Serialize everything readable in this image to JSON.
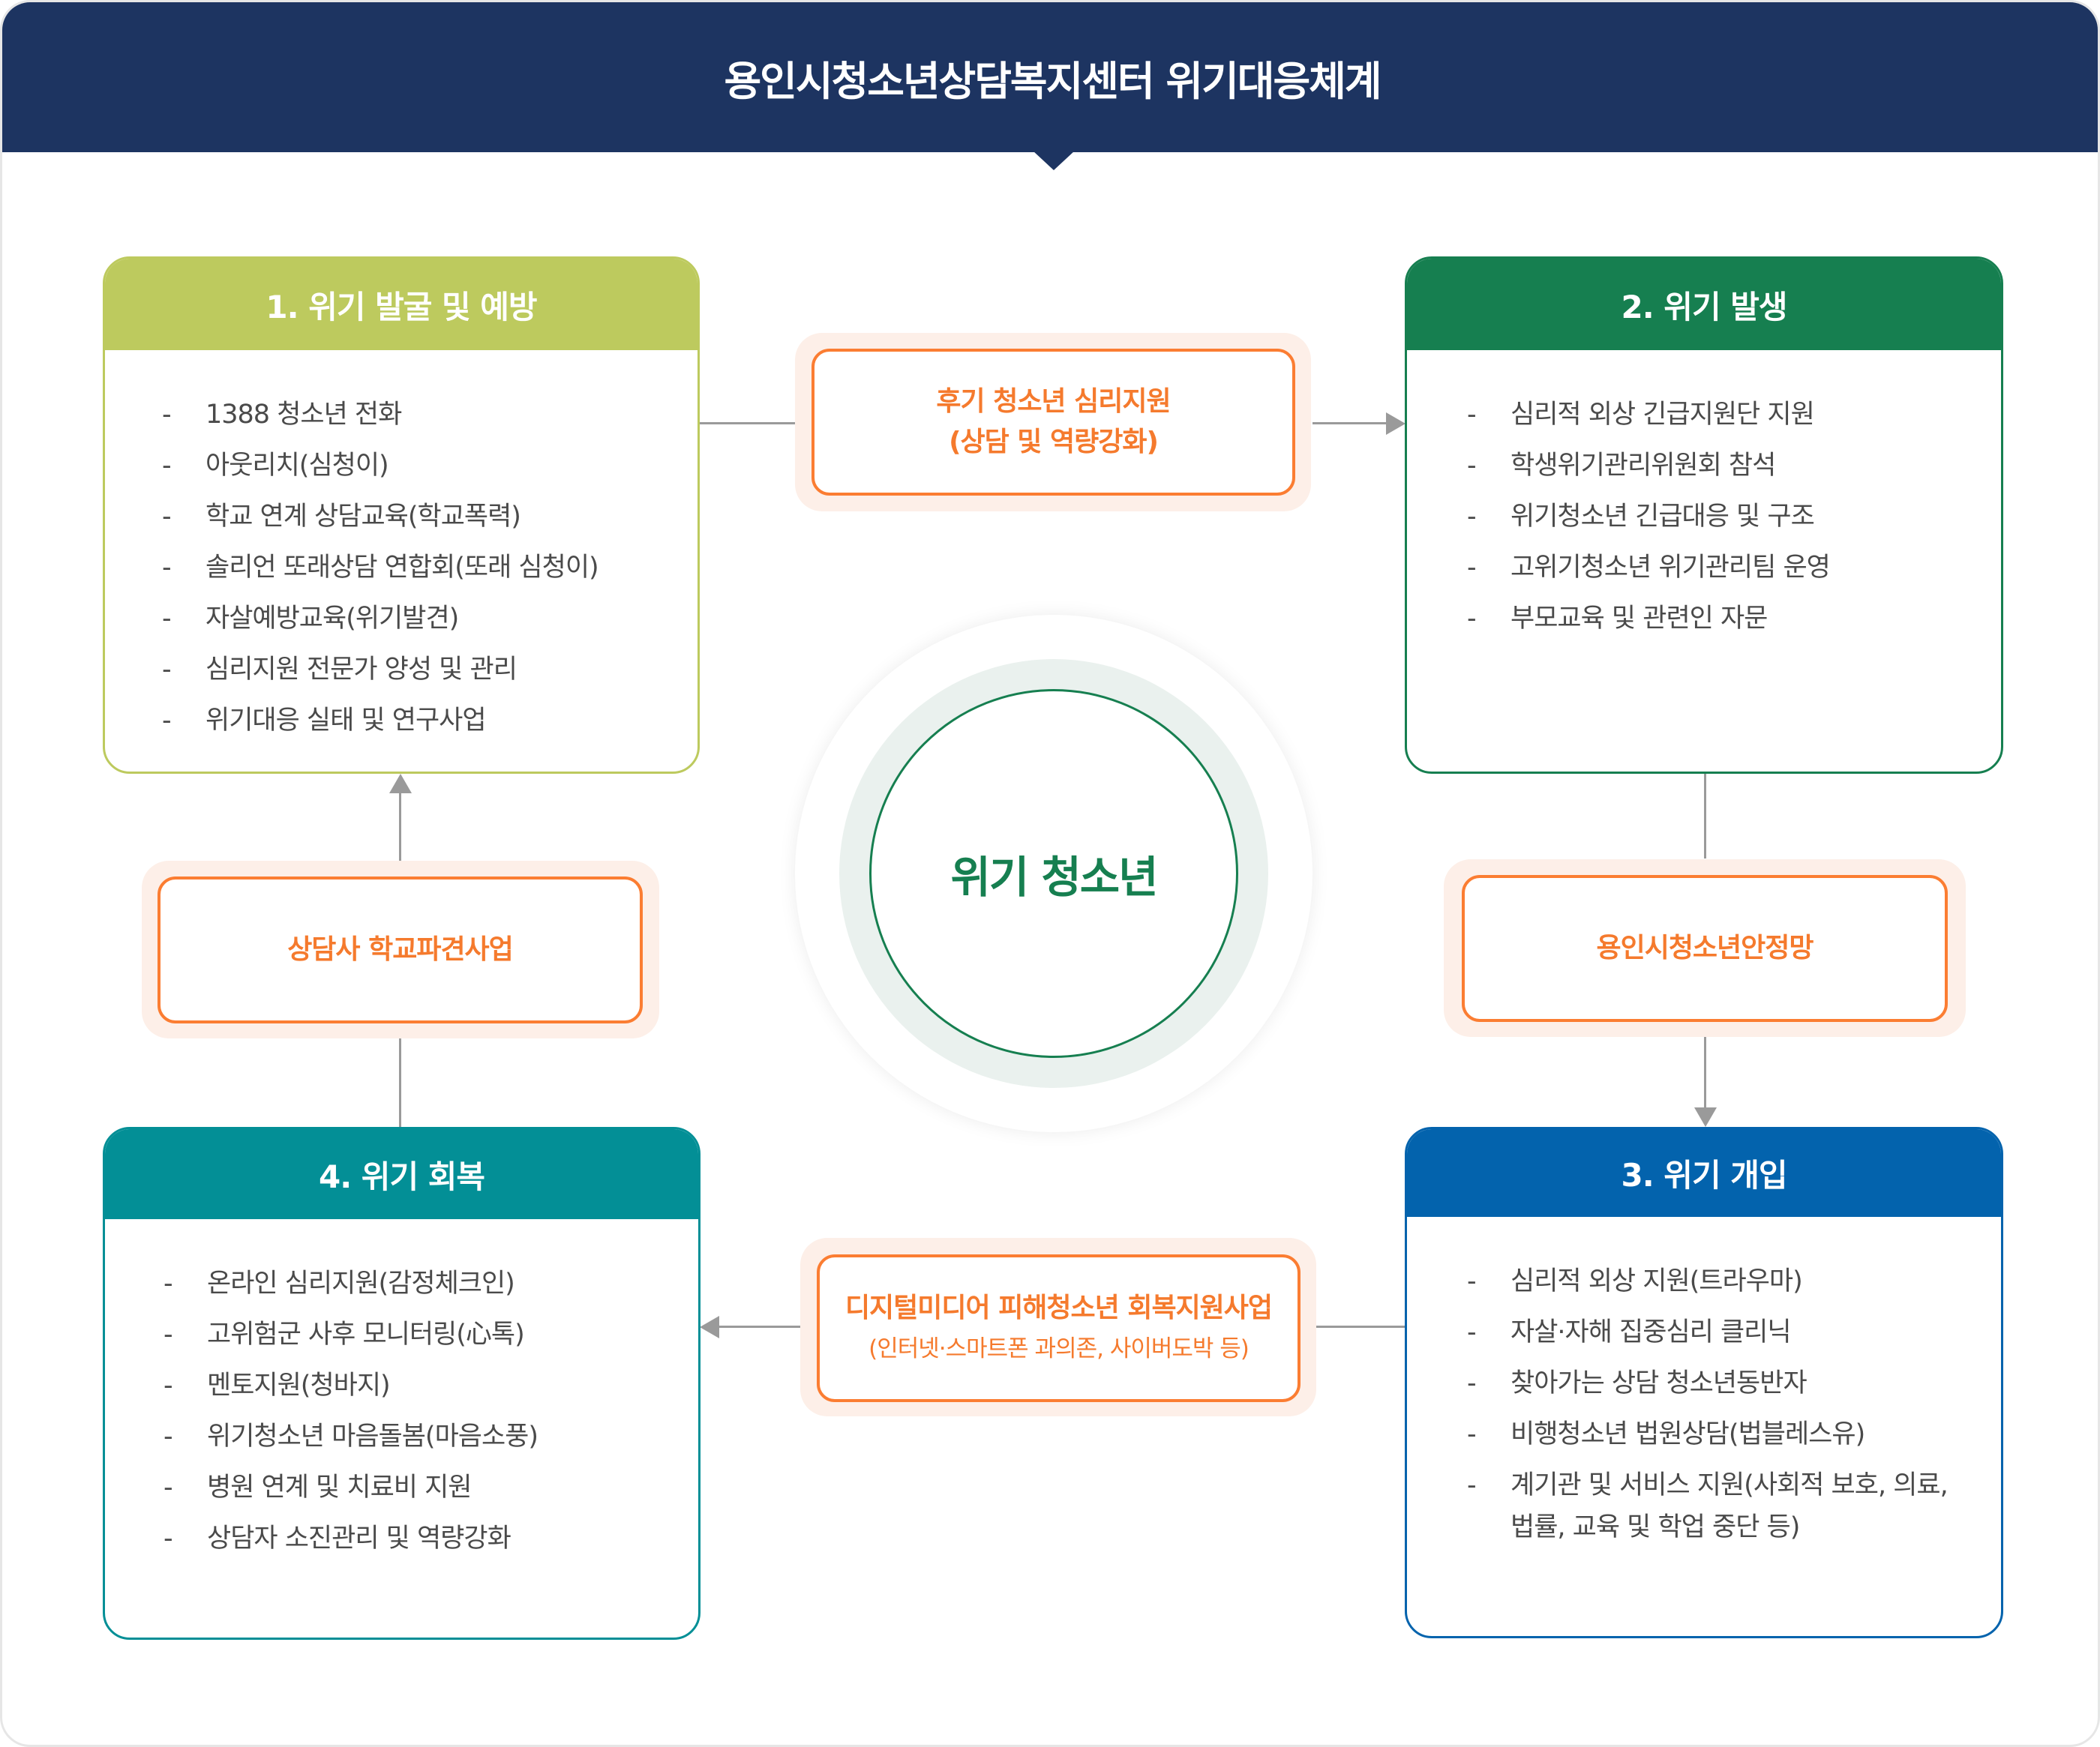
{
  "title": "용인시청소년상담복지센터 위기대응체계",
  "center": "위기 청소년",
  "colors": {
    "header": "#1d3461",
    "stage1": "#bdca5e",
    "stage2": "#167f50",
    "stage3": "#0363ad",
    "stage4": "#038f96",
    "accent": "#fb7d32"
  },
  "stages": [
    {
      "title": "1. 위기 발굴 및 예방",
      "items": [
        "1388 청소년 전화",
        "아웃리치(심청이)",
        "학교 연계 상담교육(학교폭력)",
        "솔리언 또래상담 연합회(또래 심청이)",
        "자살예방교육(위기발견)",
        "심리지원 전문가 양성 및 관리",
        "위기대응 실태 및 연구사업"
      ]
    },
    {
      "title": "2. 위기 발생",
      "items": [
        "심리적 외상 긴급지원단 지원",
        "학생위기관리위원회 참석",
        "위기청소년 긴급대응 및 구조",
        "고위기청소년 위기관리팀 운영",
        "부모교육 및 관련인 자문"
      ]
    },
    {
      "title": "3. 위기 개입",
      "items": [
        "심리적 외상 지원(트라우마)",
        "자살·자해 집중심리 클리닉",
        "찾아가는 상담 청소년동반자",
        "비행청소년 법원상담(법블레스유)",
        "계기관 및 서비스 지원(사회적 보호, 의료, 법률, 교육 및 학업 중단 등)"
      ]
    },
    {
      "title": "4. 위기 회복",
      "items": [
        "온라인 심리지원(감정체크인)",
        "고위험군 사후 모니터링(心톡)",
        "멘토지원(청바지)",
        "위기청소년 마음돌봄(마음소풍)",
        "병원 연계 및 치료비 지원",
        "상담자 소진관리 및 역량강화"
      ]
    }
  ],
  "links": {
    "top": {
      "line1": "후기 청소년 심리지원",
      "line2": "(상담 및 역량강화)"
    },
    "left": {
      "line1": "상담사 학교파견사업"
    },
    "right": {
      "line1": "용인시청소년안정망"
    },
    "bottom": {
      "line1": "디지털미디어 피해청소년 회복지원사업",
      "line2": "(인터넷·스마트폰 과의존, 사이버도박 등)"
    }
  },
  "dash": "-"
}
